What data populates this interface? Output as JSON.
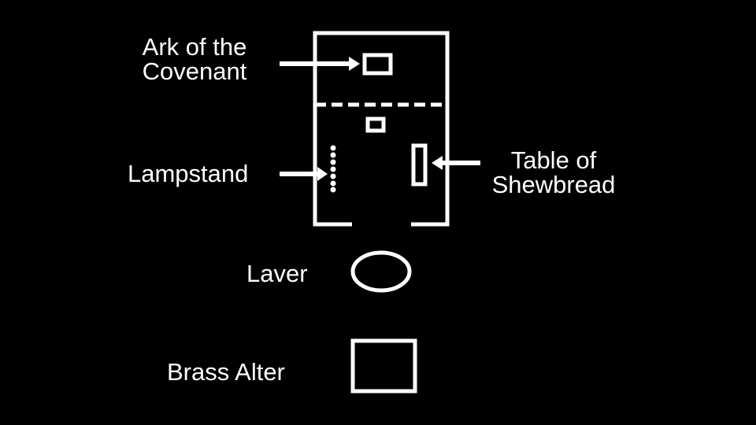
{
  "labels": {
    "ark": [
      "Ark of the",
      "Covenant"
    ],
    "lampstand": "Lampstand",
    "table": [
      "Table of",
      "Shewbread"
    ],
    "laver": "Laver",
    "brass_altar": "Brass Alter"
  },
  "colors": {
    "background": "#000000",
    "foreground": "#ffffff"
  }
}
